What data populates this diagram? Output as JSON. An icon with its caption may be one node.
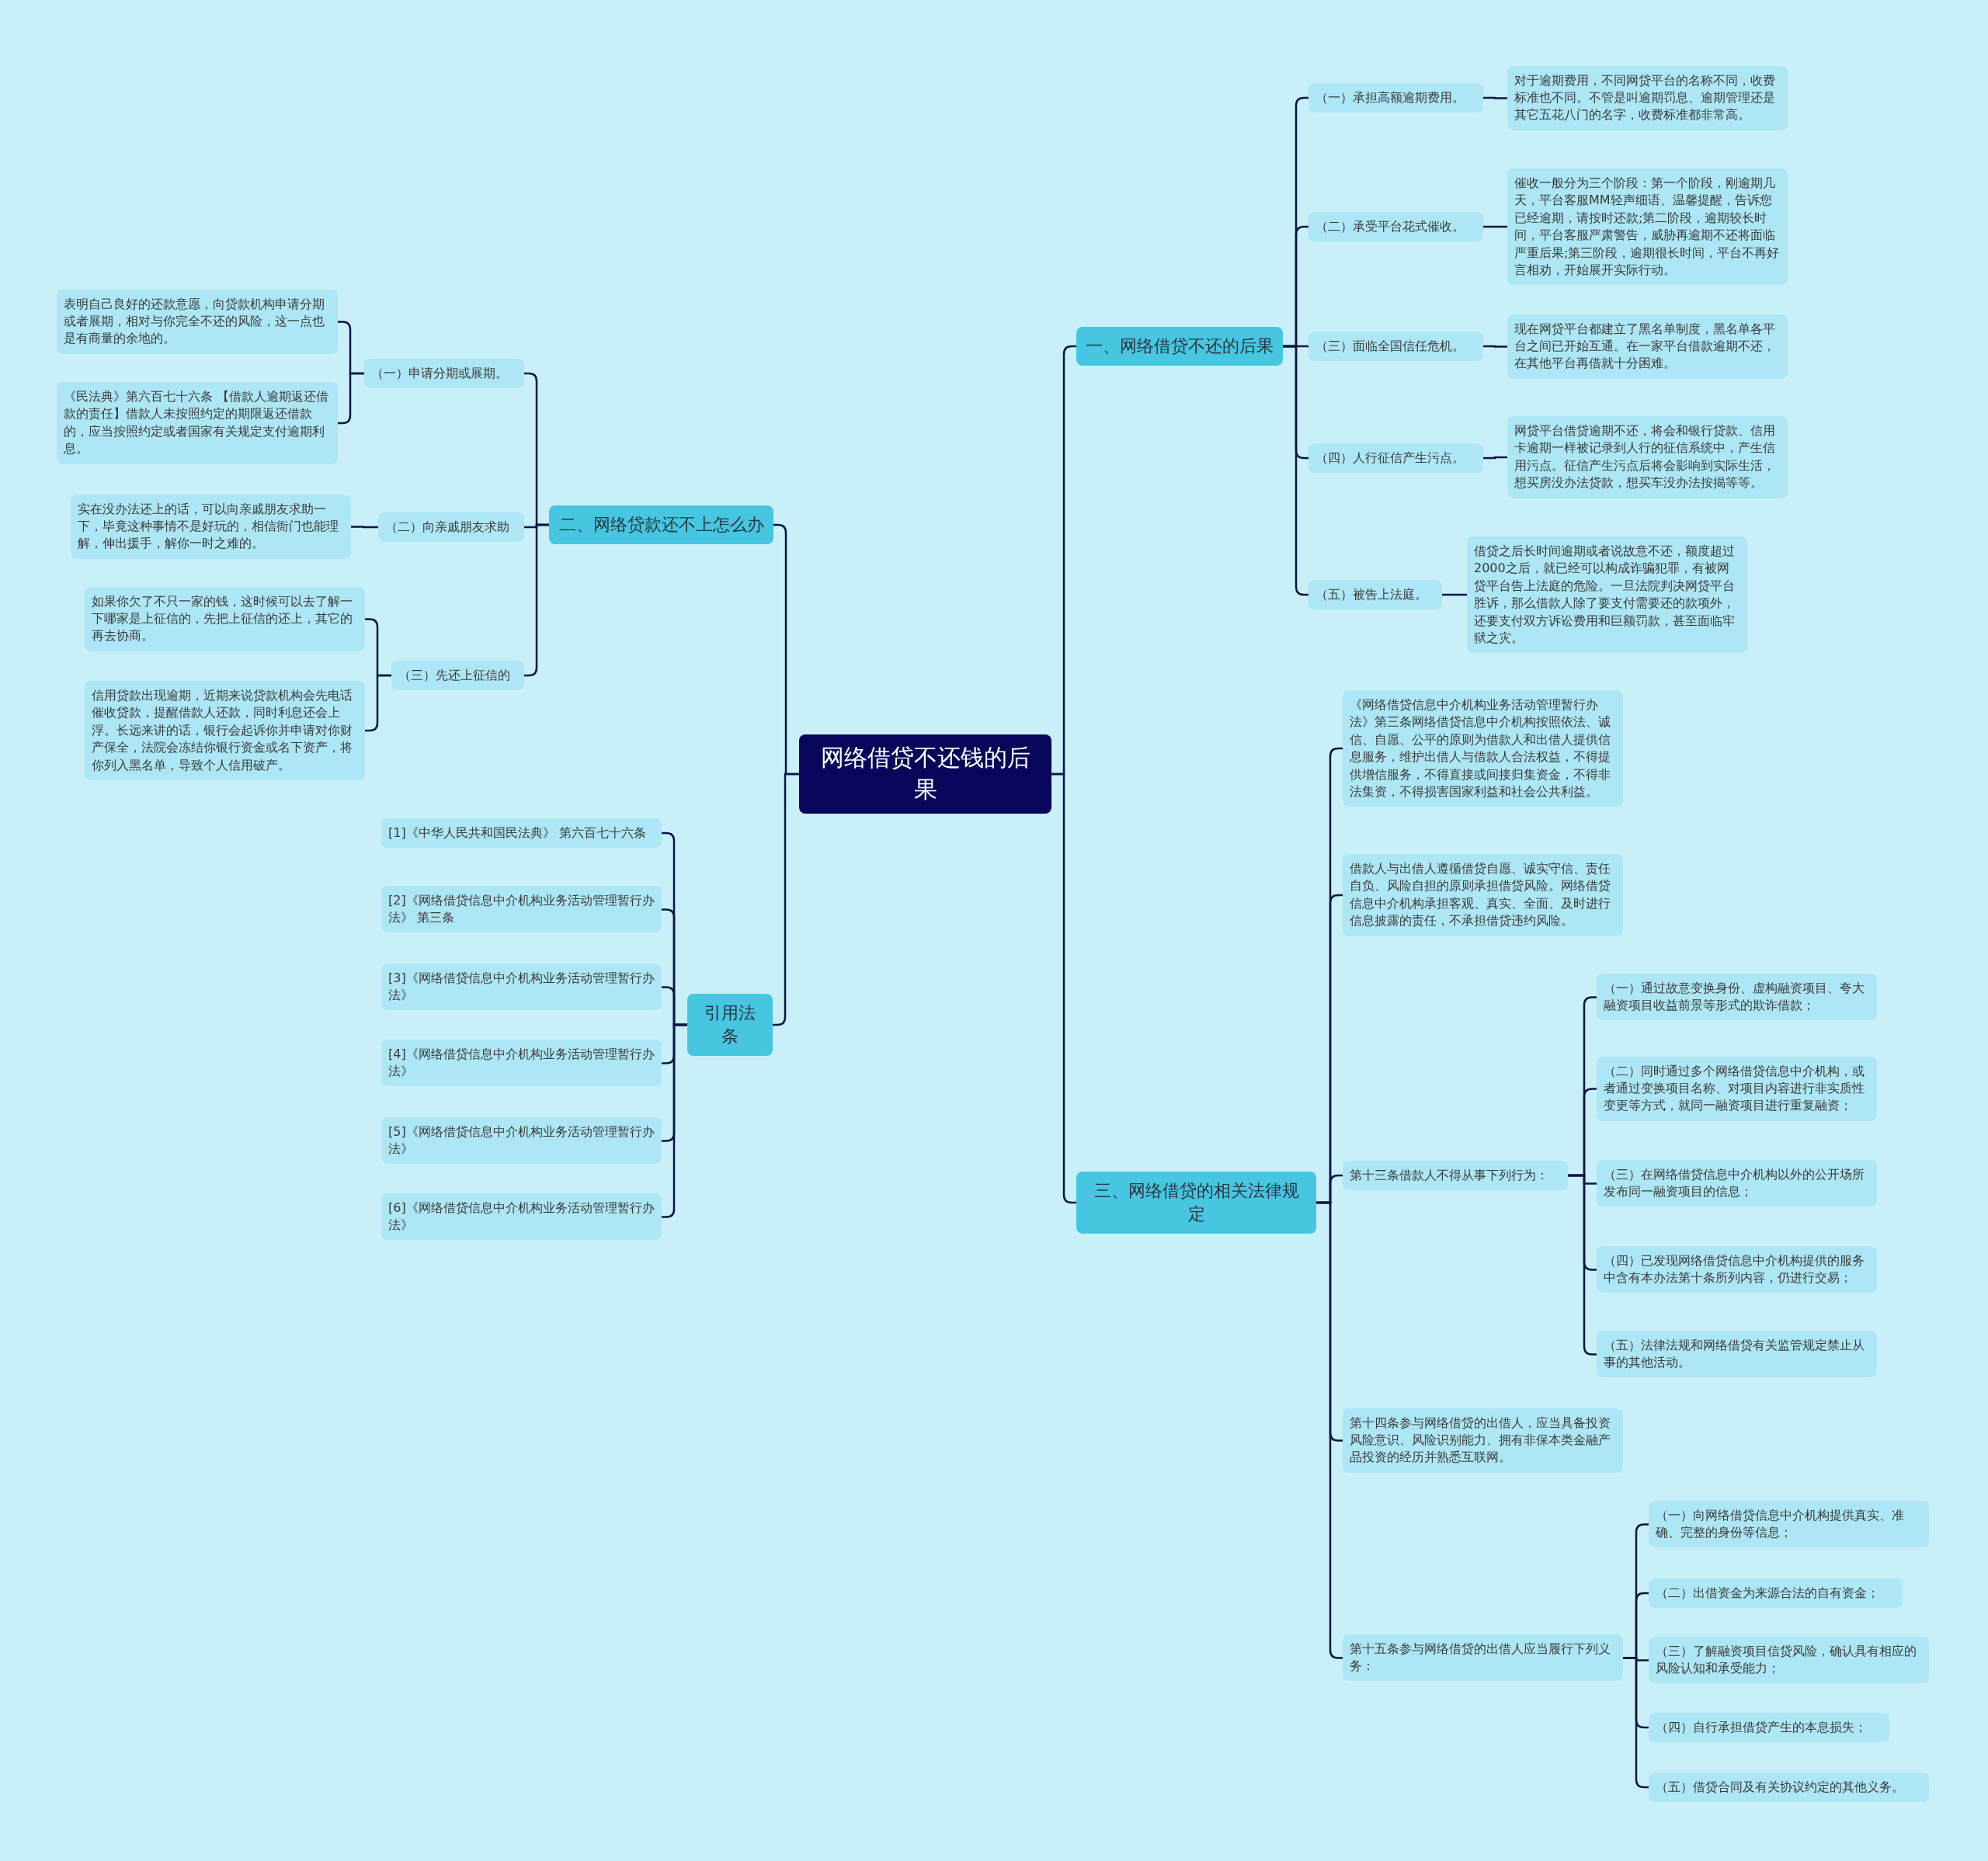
{
  "diagram": {
    "nodes": [
      {
        "text": [
          "网络借贷不还钱的后果"
        ]
      },
      {
        "text": [
          "一、网络借贷不还的后果"
        ]
      },
      {
        "text": [
          "（一）承担高额逾期费用。"
        ]
      },
      {
        "text": [
          "对于逾期费用，不同网贷平台的名称不同，收费标准也不同。不管是叫逾期罚息、逾期管理还是其它五花八门的名字，收费标准都非常高。"
        ]
      },
      {
        "text": [
          "（二）承受平台花式催收。"
        ]
      },
      {
        "text": [
          "催收一般分为三个阶段：第一个阶段，刚逾期几天，平台客服MM轻声细语、温馨提醒，告诉您已经逾期，请按时还款;第二阶段，逾期较长时间，平台客服严肃警告，威胁再逾期不还将面临严重后果;第三阶段，逾期很长时间，平台不再好言相劝，开始展开实际行动。"
        ]
      },
      {
        "text": [
          "（三）面临全国信任危机。"
        ]
      },
      {
        "text": [
          "现在网贷平台都建立了黑名单制度，黑名单各平台之间已开始互通。在一家平台借款逾期不还，在其他平台再借就十分困难。"
        ]
      },
      {
        "text": [
          "（四）人行征信产生污点。"
        ]
      },
      {
        "text": [
          "网贷平台借贷逾期不还，将会和银行贷款、信用卡逾期一样被记录到人行的征信系统中，产生信用污点。征信产生污点后将会影响到实际生活，想买房没办法贷款，想买车没办法按揭等等。"
        ]
      },
      {
        "text": [
          "（五）被告上法庭。"
        ]
      },
      {
        "text": [
          "借贷之后长时间逾期或者说故意不还，额度超过2000之后，就已经可以构成诈骗犯罪，有被网贷平台告上法庭的危险。一旦法院判决网贷平台胜诉，那么借款人除了要支付需要还的款项外，还要支付双方诉讼费用和巨额罚款，甚至面临牢狱之灾。"
        ]
      },
      {
        "text": [
          "二、网络贷款还不上怎么办"
        ]
      },
      {
        "text": [
          "（一）申请分期或展期。"
        ]
      },
      {
        "text": [
          "表明自己良好的还款意愿，向贷款机构申请分期或者展期，相对与你完全不还的风险，这一点也是有商量的余地的。"
        ]
      },
      {
        "text": [
          "《民法典》第六百七十六条 【借款人逾期返还借款的责任】借款人未按照约定的期限返还借款的，应当按照约定或者国家有关规定支付逾期利息。"
        ]
      },
      {
        "text": [
          "（二）向亲戚朋友求助"
        ]
      },
      {
        "text": [
          "实在没办法还上的话，可以向亲戚朋友求助一下，毕竟这种事情不是好玩的，相信衙门也能理解，伸出援手，解你一时之难的。"
        ]
      },
      {
        "text": [
          "（三）先还上征信的"
        ]
      },
      {
        "text": [
          "如果你欠了不只一家的钱，这时候可以去了解一下哪家是上征信的，先把上征信的还上，其它的再去协商。"
        ]
      },
      {
        "text": [
          "信用贷款出现逾期，近期来说贷款机构会先电话催收贷款，提醒借款人还款，同时利息还会上浮。长远来讲的话，银行会起诉你并申请对你财产保全，法院会冻结你银行资金或名下资产，将你列入黑名单，导致个人信用破产。"
        ]
      },
      {
        "text": [
          "引用法条"
        ]
      },
      {
        "text": [
          "[1]《中华人民共和国民法典》 第六百七十六条"
        ]
      },
      {
        "text": [
          "[2]《网络借贷信息中介机构业务活动管理暂行办法》 第三条"
        ]
      },
      {
        "text": [
          "[3]《网络借贷信息中介机构业务活动管理暂行办法》"
        ]
      },
      {
        "text": [
          "[4]《网络借贷信息中介机构业务活动管理暂行办法》"
        ]
      },
      {
        "text": [
          "[5]《网络借贷信息中介机构业务活动管理暂行办法》"
        ]
      },
      {
        "text": [
          "[6]《网络借贷信息中介机构业务活动管理暂行办法》"
        ]
      },
      {
        "text": [
          "三、网络借贷的相关法律规定"
        ]
      },
      {
        "text": [
          "《网络借贷信息中介机构业务活动管理暂行办法》第三条网络借贷信息中介机构按照依法、诚信、自愿、公平的原则为借款人和出借人提供信息服务，维护出借人与借款人合法权益，不得提供增信服务，不得直接或间接归集资金，不得非法集资，不得损害国家利益和社会公共利益。"
        ]
      },
      {
        "text": [
          "借款人与出借人遵循借贷自愿、诚实守信、责任自负、风险自担的原则承担借贷风险。网络借贷信息中介机构承担客观、真实、全面、及时进行信息披露的责任，不承担借贷违约风险。"
        ]
      },
      {
        "text": [
          "第十三条借款人不得从事下列行为："
        ]
      },
      {
        "text": [
          "（一）通过故意变换身份、虚构融资项目、夸大融资项目收益前景等形式的欺诈借款；"
        ]
      },
      {
        "text": [
          "（二）同时通过多个网络借贷信息中介机构，或者通过变换项目名称、对项目内容进行非实质性变更等方式，就同一融资项目进行重复融资；"
        ]
      },
      {
        "text": [
          "（三）在网络借贷信息中介机构以外的公开场所发布同一融资项目的信息；"
        ]
      },
      {
        "text": [
          "（四）已发现网络借贷信息中介机构提供的服务中含有本办法第十条所列内容，仍进行交易；"
        ]
      },
      {
        "text": [
          "（五）法律法规和网络借贷有关监管规定禁止从事的其他活动。"
        ]
      },
      {
        "text": [
          "第十四条参与网络借贷的出借人，应当具备投资风险意识、风险识别能力、拥有非保本类金融产品投资的经历并熟悉互联网。"
        ]
      },
      {
        "text": [
          "第十五条参与网络借贷的出借人应当履行下列义务："
        ]
      },
      {
        "text": [
          "（一）向网络借贷信息中介机构提供真实、准确、完整的身份等信息；"
        ]
      },
      {
        "text": [
          "（二）出借资金为来源合法的自有资金；"
        ]
      },
      {
        "text": [
          "（三）了解融资项目信贷风险，确认具有相应的风险认知和承受能力；"
        ]
      },
      {
        "text": [
          "（四）自行承担借贷产生的本息损失；"
        ]
      },
      {
        "text": [
          "（五）借贷合同及有关协议约定的其他义务。"
        ]
      }
    ],
    "edges": [
      {
        "from": 0,
        "to": 1,
        "arrow": "none"
      },
      {
        "from": 1,
        "to": 2,
        "arrow": "none"
      },
      {
        "from": 2,
        "to": 3,
        "arrow": "none"
      },
      {
        "from": 1,
        "to": 4,
        "arrow": "none"
      },
      {
        "from": 4,
        "to": 5,
        "arrow": "none"
      },
      {
        "from": 1,
        "to": 6,
        "arrow": "none"
      },
      {
        "from": 6,
        "to": 7,
        "arrow": "none"
      },
      {
        "from": 1,
        "to": 8,
        "arrow": "none"
      },
      {
        "from": 8,
        "to": 9,
        "arrow": "none"
      },
      {
        "from": 1,
        "to": 10,
        "arrow": "none"
      },
      {
        "from": 10,
        "to": 11,
        "arrow": "none"
      },
      {
        "from": 0,
        "to": 12,
        "arrow": "none"
      },
      {
        "from": 12,
        "to": 13,
        "arrow": "none"
      },
      {
        "from": 13,
        "to": 14,
        "arrow": "none"
      },
      {
        "from": 13,
        "to": 15,
        "arrow": "none"
      },
      {
        "from": 12,
        "to": 16,
        "arrow": "none"
      },
      {
        "from": 16,
        "to": 17,
        "arrow": "none"
      },
      {
        "from": 12,
        "to": 18,
        "arrow": "none"
      },
      {
        "from": 18,
        "to": 19,
        "arrow": "none"
      },
      {
        "from": 18,
        "to": 20,
        "arrow": "none"
      },
      {
        "from": 0,
        "to": 21,
        "arrow": "none"
      },
      {
        "from": 21,
        "to": 22,
        "arrow": "none"
      },
      {
        "from": 21,
        "to": 23,
        "arrow": "none"
      },
      {
        "from": 21,
        "to": 24,
        "arrow": "none"
      },
      {
        "from": 21,
        "to": 25,
        "arrow": "none"
      },
      {
        "from": 21,
        "to": 26,
        "arrow": "none"
      },
      {
        "from": 21,
        "to": 27,
        "arrow": "none"
      },
      {
        "from": 0,
        "to": 28,
        "arrow": "none"
      },
      {
        "from": 28,
        "to": 29,
        "arrow": "none"
      },
      {
        "from": 28,
        "to": 30,
        "arrow": "none"
      },
      {
        "from": 28,
        "to": 31,
        "arrow": "none"
      },
      {
        "from": 31,
        "to": 32,
        "arrow": "none"
      },
      {
        "from": 31,
        "to": 33,
        "arrow": "none"
      },
      {
        "from": 31,
        "to": 34,
        "arrow": "none"
      },
      {
        "from": 31,
        "to": 35,
        "arrow": "none"
      },
      {
        "from": 31,
        "to": 36,
        "arrow": "none"
      },
      {
        "from": 28,
        "to": 37,
        "arrow": "none"
      },
      {
        "from": 28,
        "to": 38,
        "arrow": "none"
      },
      {
        "from": 38,
        "to": 39,
        "arrow": "none"
      },
      {
        "from": 38,
        "to": 40,
        "arrow": "none"
      },
      {
        "from": 38,
        "to": 41,
        "arrow": "none"
      },
      {
        "from": 38,
        "to": 42,
        "arrow": "none"
      },
      {
        "from": 38,
        "to": 43,
        "arrow": "none"
      }
    ]
  }
}
